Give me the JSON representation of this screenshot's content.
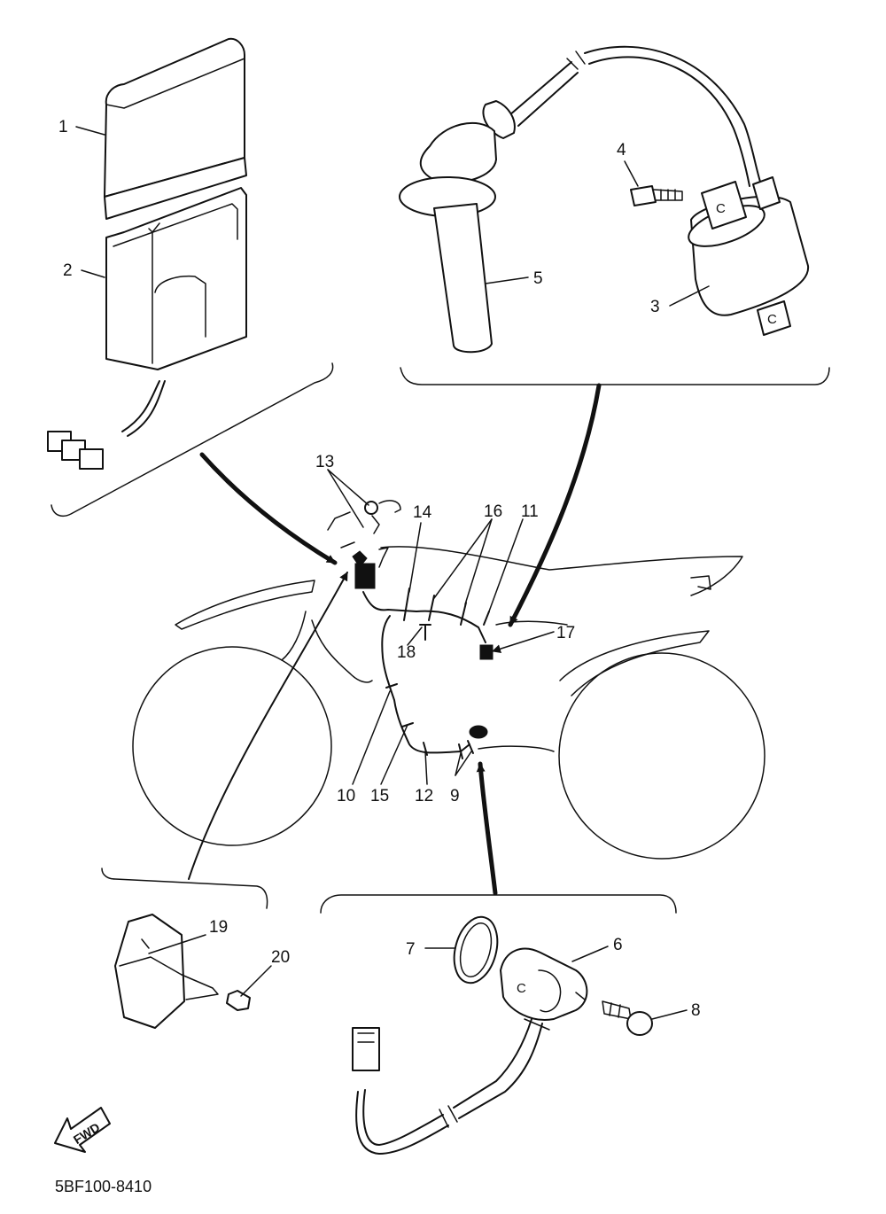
{
  "diagram": {
    "part_code": "5BF100-8410",
    "direction_label": "FWD",
    "connector_mark": "C",
    "callouts": [
      "1",
      "2",
      "3",
      "4",
      "5",
      "6",
      "7",
      "8",
      "9",
      "10",
      "11",
      "12",
      "13",
      "14",
      "15",
      "16",
      "17",
      "18",
      "19",
      "20"
    ]
  }
}
